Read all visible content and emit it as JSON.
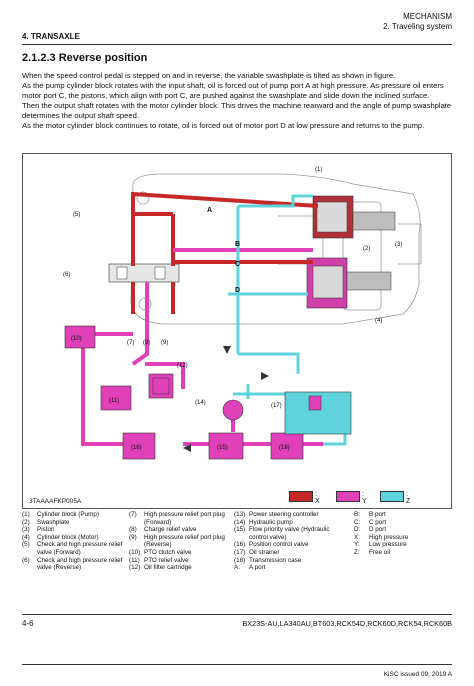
{
  "header": {
    "section_label": "MECHANISM",
    "subsection_label": "2. Traveling system",
    "chapter_label": "4. TRANSAXLE"
  },
  "section_title": "2.1.2.3 Reverse position",
  "paragraphs": [
    "When the speed control pedal is stepped on and in reverse, the variable swashplate is tilted as shown in figure.",
    "As the pump cylinder block rotates with the input shaft, oil is forced out of pump port A at high pressure. As pressure oil enters motor port C, the pistons, which align with port C, are pushed against the swashplate and slide down the inclined surface.",
    "Then the output shaft rotates with the motor cylinder block. This drives the machine rearward and the angle of pump swashplate determines the output shaft speed.",
    "As the motor cylinder block continues to rotate, oil is forced out of motor port D at low pressure and returns to the pump."
  ],
  "figure": {
    "id": "3TAAAAFKP005A",
    "callouts": [
      "(1)",
      "(2)",
      "(3)",
      "(4)",
      "(5)",
      "(6)",
      "(7)",
      "(8)",
      "(9)",
      "(10)",
      "(11)",
      "(12)",
      "(14)",
      "(15)",
      "(16)",
      "(17)",
      "(18)"
    ],
    "ports": [
      "A",
      "B",
      "C",
      "D"
    ],
    "legend": [
      {
        "color": "#c62828",
        "label": ": X"
      },
      {
        "color": "#e040b8",
        "label": ": Y"
      },
      {
        "color": "#5fd3dc",
        "label": ": Z"
      }
    ]
  },
  "parts_columns": [
    [
      {
        "n": "(1)",
        "t": "Cylinder block (Pump)"
      },
      {
        "n": "(2)",
        "t": "Swashplate"
      },
      {
        "n": "(3)",
        "t": "Piston"
      },
      {
        "n": "(4)",
        "t": "Cylinder block (Motor)"
      },
      {
        "n": "(5)",
        "t": "Check and high pressure relief valve (Forward)"
      },
      {
        "n": "(6)",
        "t": "Check and high pressure relief valve (Reverse)"
      }
    ],
    [
      {
        "n": "(7)",
        "t": "High pressure relief port plug (Forward)"
      },
      {
        "n": "(8)",
        "t": "Charge relief valve"
      },
      {
        "n": "(9)",
        "t": "High pressure relief port plug (Reverse)"
      },
      {
        "n": "(10)",
        "t": "PTO clutch valve"
      },
      {
        "n": "(11)",
        "t": "PTO relief valve"
      },
      {
        "n": "(12)",
        "t": "Oil filter cartridge"
      }
    ],
    [
      {
        "n": "(13)",
        "t": "Power steering controller"
      },
      {
        "n": "(14)",
        "t": "Hydraulic pump"
      },
      {
        "n": "(15)",
        "t": "Flow priority valve (Hydraulic control valve)"
      },
      {
        "n": "(16)",
        "t": "Position control valve"
      },
      {
        "n": "(17)",
        "t": "Oil strainer"
      },
      {
        "n": "(18)",
        "t": "Transmission case"
      },
      {
        "n": "A:",
        "t": "A port"
      }
    ],
    [
      {
        "n": "B:",
        "t": "B port"
      },
      {
        "n": "C:",
        "t": "C port"
      },
      {
        "n": "D:",
        "t": "D port"
      },
      {
        "n": "X:",
        "t": "High pressure"
      },
      {
        "n": "Y:",
        "t": "Low pressure"
      },
      {
        "n": "Z:",
        "t": "Free oil"
      }
    ]
  ],
  "footer": {
    "page_number": "4-6",
    "models": "BX23S-AU,LA340AU,BT603,RCK54D,RCK60D,RCK54,RCK60B",
    "issued": "KiSC issued 09, 2019 A"
  }
}
